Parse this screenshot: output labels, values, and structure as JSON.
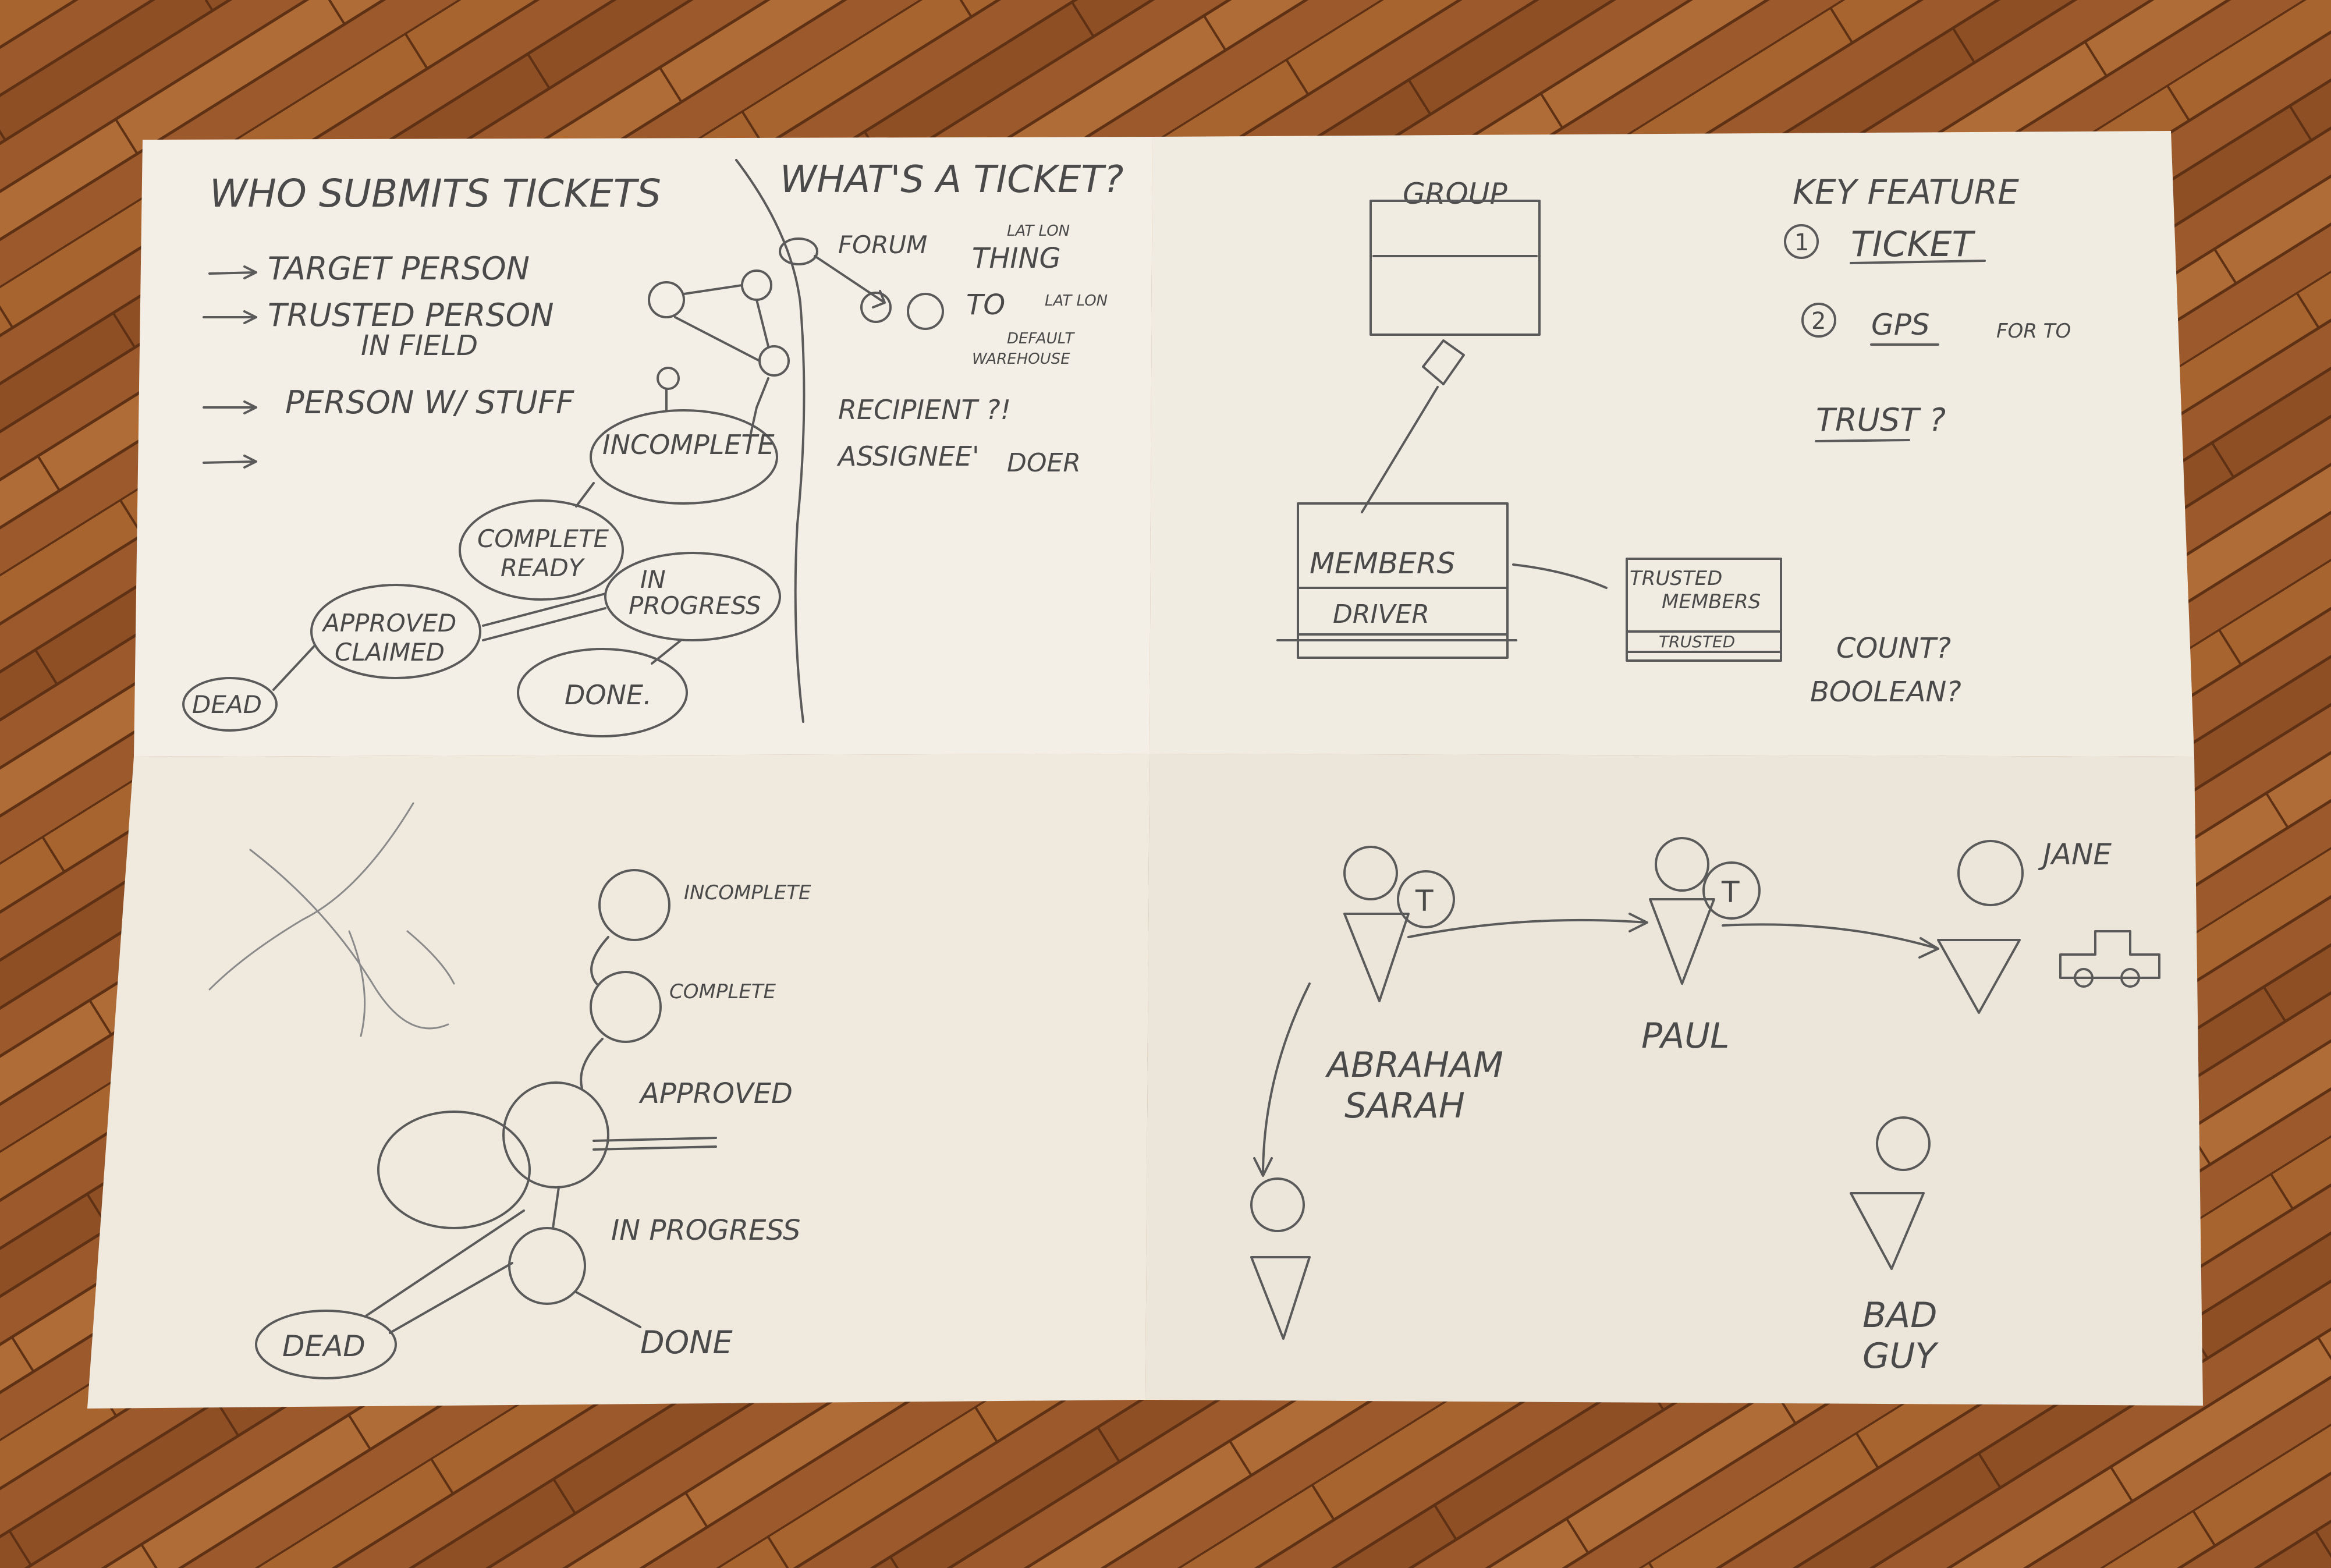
{
  "colors": {
    "floor": "#9c5a2c",
    "floor_dark": "#6e3a18",
    "paper": "#f3eee4",
    "pencil": "#5a5a5a"
  },
  "sheet_top_left": {
    "title": "WHO SUBMITS TICKETS",
    "bullets": [
      "TARGET PERSON",
      "TRUSTED PERSON",
      "IN FIELD",
      "PERSON W/ STUFF"
    ],
    "states": [
      "INCOMPLETE",
      "COMPLETE",
      "READY",
      "IN",
      "PROGRESS",
      "APPROVED",
      "CLAIMED",
      "DEAD",
      "DONE."
    ],
    "ticket_title": "WHAT'S A TICKET?",
    "ticket_items": [
      "FORUM",
      "LAT LON",
      "THING",
      "TO",
      "LAT LON",
      "DEFAULT",
      "WAREHOUSE",
      "RECIPIENT ?!",
      "ASSIGNEE'",
      "DOER"
    ]
  },
  "sheet_top_right": {
    "group_label": "GROUP",
    "members_box": [
      "MEMBERS",
      "DRIVER"
    ],
    "trusted_box": [
      "TRUSTED",
      "MEMBERS",
      "TRUSTED"
    ],
    "questions": [
      "COUNT?",
      "BOOLEAN?"
    ],
    "key_title": "KEY FEATURE",
    "key_items": [
      "1",
      "TICKET",
      "2",
      "GPS",
      "FOR TO",
      "TRUST ?"
    ]
  },
  "sheet_bottom_left": {
    "states": [
      "INCOMPLETE",
      "COMPLETE",
      "APPROVED",
      "IN PROGRESS",
      "DEAD",
      "DONE"
    ]
  },
  "sheet_bottom_right": {
    "people": [
      "ABRAHAM",
      "SARAH",
      "PAUL",
      "JANE",
      "BAD",
      "GUY"
    ],
    "ticket_marker": "T"
  }
}
